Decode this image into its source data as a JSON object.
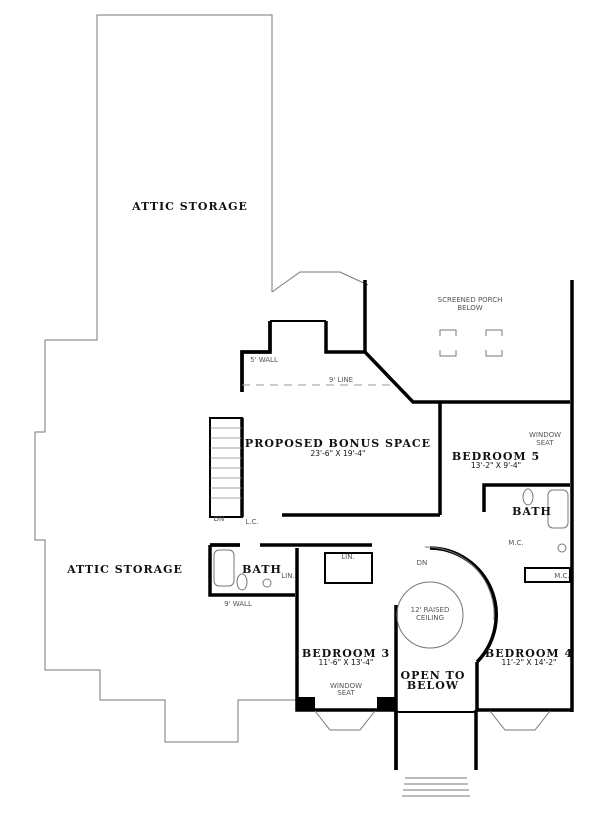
{
  "rooms": {
    "attic_upper": "ATTIC STORAGE",
    "attic_lower": "ATTIC STORAGE",
    "bonus": {
      "name": "PROPOSED BONUS SPACE",
      "size": "23'-6\" X 19'-4\""
    },
    "bedroom5": {
      "name": "BEDROOM 5",
      "size": "13'-2\" X 9'-4\""
    },
    "bedroom3": {
      "name": "BEDROOM 3",
      "size": "11'-6\" X 13'-4\""
    },
    "bedroom4": {
      "name": "BEDROOM 4",
      "size": "11'-2\" X 14'-2\""
    },
    "bath_left": "BATH",
    "bath_right": "BATH",
    "open_to_below_1": "OPEN TO",
    "open_to_below_2": "BELOW"
  },
  "notes": {
    "porch_1": "SCREENED PORCH",
    "porch_2": "BELOW",
    "five_wall": "5' WALL",
    "nine_line": "9' LINE",
    "nine_wall": "9' WALL",
    "window_seat_1a": "WINDOW",
    "window_seat_1b": "SEAT",
    "window_seat_2a": "WINDOW",
    "window_seat_2b": "SEAT",
    "raised_1": "12' RAISED",
    "raised_2": "CEILING",
    "dn_1": "DN",
    "dn_2": "DN",
    "lc": "L.C.",
    "lin_1": "LIN.",
    "lin_2": "LIN.",
    "mc_1": "M.C.",
    "mc_2": "M.C."
  }
}
